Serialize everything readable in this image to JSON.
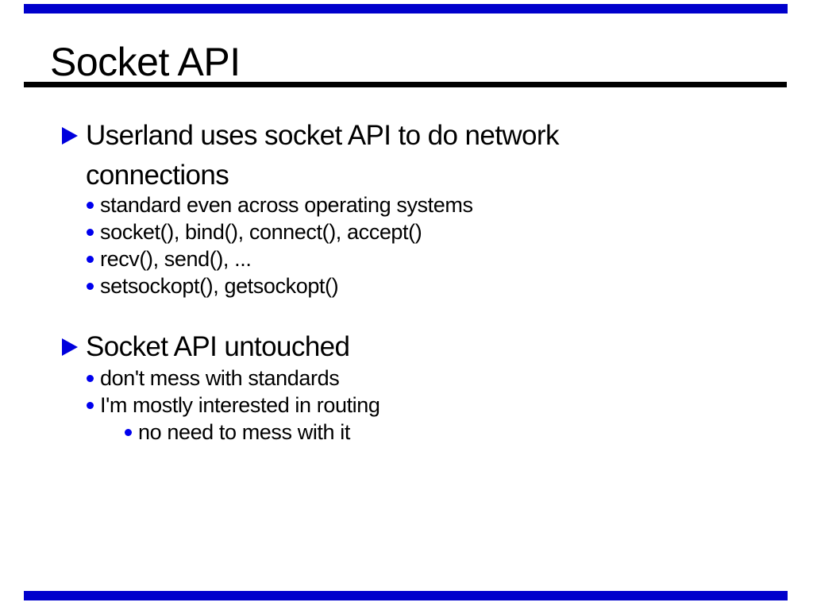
{
  "slide": {
    "title": "Socket API",
    "colors": {
      "bar_blue": "#0000cc",
      "bullet_triangle_blue": "#0000dd",
      "bullet_dot_blue": "#0000ee",
      "text_black": "#000000",
      "background": "#ffffff"
    },
    "content": {
      "block1": {
        "heading": "Userland uses socket API to do network connections",
        "items": [
          "standard even across operating systems",
          "socket(), bind(), connect(), accept()",
          "recv(), send(), ...",
          "setsockopt(), getsockopt()"
        ]
      },
      "block2": {
        "heading": "Socket API untouched",
        "items": [
          "don't mess with standards",
          "I'm mostly interested in routing"
        ],
        "subitems": [
          "no need to mess with it"
        ]
      }
    }
  }
}
